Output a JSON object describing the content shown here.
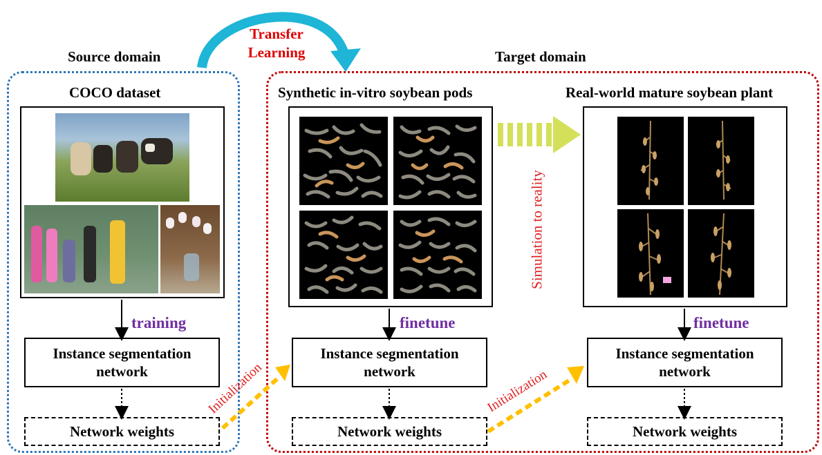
{
  "colors": {
    "source_border": "#2e75b6",
    "target_border": "#c00000",
    "transfer_arrow": "#1fb5d6",
    "transfer_text": "#e00000",
    "purple_label": "#7030a0",
    "init_arrow": "#ffc000",
    "sim_arrow": "#d4e05a",
    "sim_text": "#e02020"
  },
  "labels": {
    "source_domain": "Source domain",
    "target_domain": "Target domain",
    "transfer_learning_1": "Transfer",
    "transfer_learning_2": "Learning",
    "simulation_to_reality": "Simulation to reality",
    "initialization_1": "Initialization",
    "initialization_2": "Initialization"
  },
  "columns": [
    {
      "title": "COCO dataset",
      "step_label": "training",
      "network_line1": "Instance segmentation",
      "network_line2": "network",
      "weights_label": "Network weights"
    },
    {
      "title": "Synthetic in-vitro soybean pods",
      "step_label": "finetune",
      "network_line1": "Instance segmentation",
      "network_line2": "network",
      "weights_label": "Network weights"
    },
    {
      "title": "Real-world mature soybean plant",
      "step_label": "finetune",
      "network_line1": "Instance segmentation",
      "network_line2": "network",
      "weights_label": "Network weights"
    }
  ]
}
